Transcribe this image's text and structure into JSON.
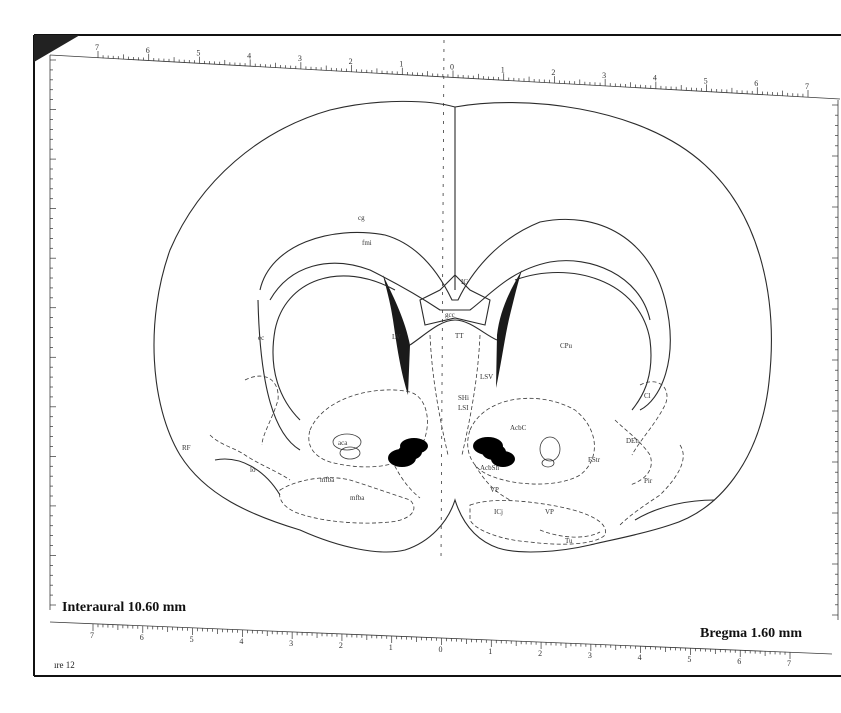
{
  "labels": {
    "interaural": "Interaural 10.60 mm",
    "bregma": "Bregma 1.60 mm",
    "figure": "ıre 12"
  },
  "top_ruler": {
    "ticks": [
      "7",
      "6",
      "5",
      "4",
      "3",
      "2",
      "1",
      "0",
      "1",
      "2",
      "3",
      "4",
      "5",
      "6",
      "7"
    ]
  },
  "bottom_ruler": {
    "ticks": [
      "7",
      "6",
      "5",
      "4",
      "3",
      "2",
      "1",
      "0",
      "1",
      "2",
      "3",
      "4",
      "5",
      "6",
      "7"
    ]
  },
  "structures": {
    "cg": "cg",
    "fmi": "fmi",
    "IG": "IG",
    "gcc": "gcc",
    "ec": "ec",
    "LV": "LV",
    "TT": "TT",
    "CPu": "CPu",
    "LSV": "LSV",
    "SHi": "SHi",
    "LSI": "LSI",
    "Cl": "Cl",
    "AcbC": "AcbC",
    "aca": "aca",
    "DEn": "DEn",
    "RF": "RF",
    "FStr": "FStr",
    "lo": "lo",
    "AcbSh": "AcbSh",
    "mfba_1": "mfba",
    "mfba_2": "mfba",
    "Pir": "Pir",
    "VP_1": "VP",
    "VP_2": "VP",
    "ICj": "ICj",
    "Tu": "Tu"
  },
  "colors": {
    "paper": "#ffffff",
    "ink": "#2b2b2b",
    "lesion": "#000000",
    "frame": "#111111"
  }
}
